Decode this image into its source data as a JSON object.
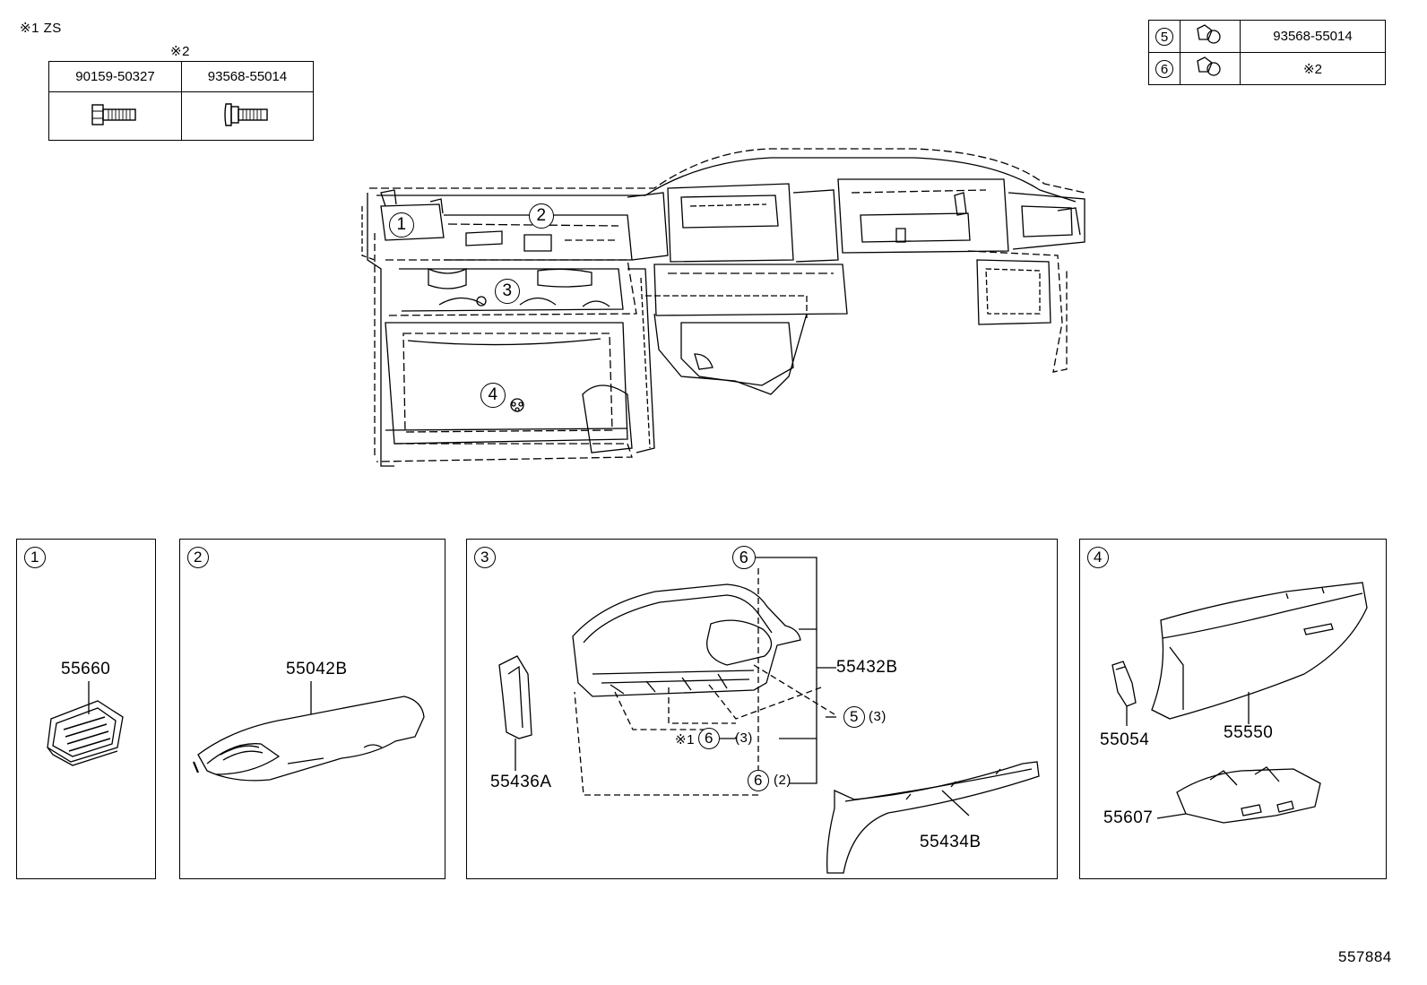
{
  "header": {
    "note1": "※1 ZS",
    "note2": "※2"
  },
  "bolt_table_left": {
    "col1": "90159-50327",
    "col2": "93568-55014"
  },
  "bolt_table_right": {
    "rows": [
      {
        "num": "5",
        "part": "93568-55014"
      },
      {
        "num": "6",
        "part": "※2"
      }
    ]
  },
  "main_callouts": [
    "1",
    "2",
    "3",
    "4"
  ],
  "panels": {
    "p1": {
      "num": "1",
      "part": "55660"
    },
    "p2": {
      "num": "2",
      "part": "55042B"
    },
    "p3": {
      "num": "3",
      "parts": {
        "a": "55436A",
        "b": "55432B",
        "c": "55434B"
      },
      "callouts": {
        "c6top": "6",
        "c5": "5",
        "c5qty": "(3)",
        "c6mid": "6",
        "c6mid_prefix": "※1",
        "c6mid_qty": "(3)",
        "c6bot": "6",
        "c6bot_qty": "(2)"
      }
    },
    "p4": {
      "num": "4",
      "parts": {
        "a": "55054",
        "b": "55550",
        "c": "55607"
      }
    }
  },
  "footer": {
    "ref": "557884"
  }
}
